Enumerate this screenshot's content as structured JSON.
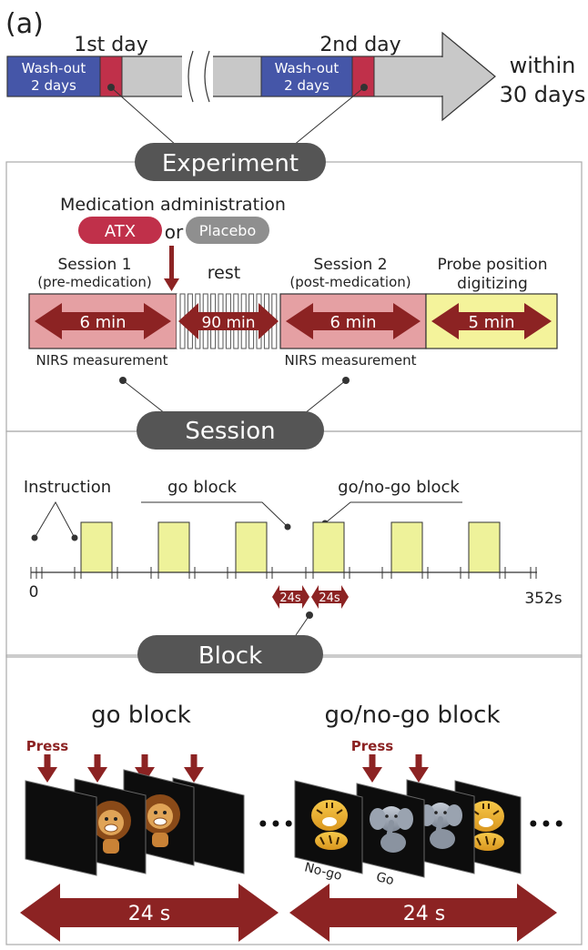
{
  "panel_label": "(a)",
  "timeline": {
    "day1_label": "1st day",
    "day2_label": "2nd day",
    "washout_line1": "Wash-out",
    "washout_line2": "2 days",
    "within_line1": "within",
    "within_line2": "30 days"
  },
  "experiment": {
    "header": "Experiment",
    "medication_title": "Medication administration",
    "atx_label": "ATX",
    "or_label": "or",
    "placebo_label": "Placebo",
    "session1_line1": "Session 1",
    "session1_line2": "(pre-medication)",
    "rest_label": "rest",
    "session2_line1": "Session 2",
    "session2_line2": "(post-medication)",
    "probe_line1": "Probe position",
    "probe_line2": "digitizing",
    "session1_duration": "6 min",
    "rest_duration": "90 min",
    "session2_duration": "6 min",
    "probe_duration": "5 min",
    "nirs1": "NIRS measurement",
    "nirs2": "NIRS measurement"
  },
  "session": {
    "header": "Session",
    "instruction_label": "Instruction",
    "go_block_label": "go block",
    "gonogo_block_label": "go/no-go block",
    "axis_start": "0",
    "axis_end": "352s",
    "interval1": "24s",
    "interval2": "24s"
  },
  "block": {
    "header": "Block",
    "go_title": "go block",
    "gonogo_title": "go/no-go block",
    "press_label_1": "Press",
    "press_label_2": "Press",
    "nogo_label": "No-go",
    "go_label": "Go",
    "ellipsis": "•••",
    "duration_left": "24 s",
    "duration_right": "24 s"
  },
  "colors": {
    "washout_blue": "#4556a8",
    "medication_red": "#c0304a",
    "dark_red_arrow": "#8c2323",
    "header_pill": "#555555",
    "session_pink": "#e5a0a3",
    "probe_yellow": "#f4f39b",
    "block_yellow": "#eef29a",
    "timeline_gray": "#c8c8c8"
  }
}
